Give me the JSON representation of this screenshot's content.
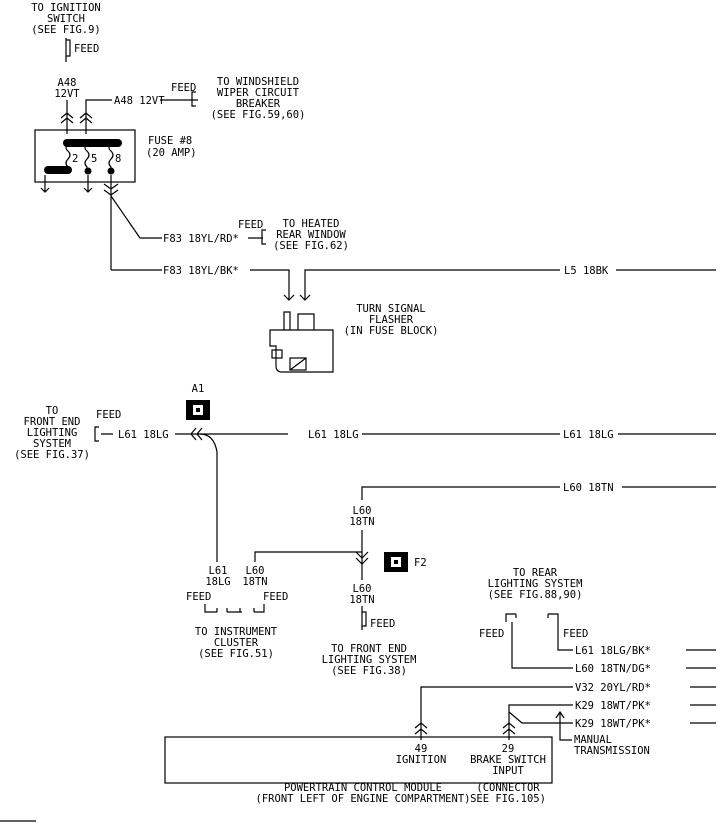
{
  "top": {
    "ign_to": "TO IGNITION",
    "ign_switch": "SWITCH",
    "ign_see": "(SEE FIG.9)",
    "feed": "FEED",
    "a48": "A48",
    "a48_12vt": "12VT",
    "a48_wiper": "A48 12VT",
    "wiper_feed": "FEED",
    "wiper_1": "TO WINDSHIELD",
    "wiper_2": "WIPER CIRCUIT",
    "wiper_3": "BREAKER",
    "wiper_4": "(SEE FIG.59,60)"
  },
  "fuse": {
    "name": "FUSE #8",
    "rating": "(20 AMP)",
    "pin2": "2",
    "pin5": "5",
    "pin8": "8"
  },
  "flasher": {
    "f83_rd": "F83 18YL/RD*",
    "heated_feed": "FEED",
    "heated_1": "TO HEATED",
    "heated_2": "REAR WINDOW",
    "heated_3": "(SEE FIG.62)",
    "f83_bk": "F83 18YL/BK*",
    "l5": "L5 18BK",
    "label_1": "TURN SIGNAL",
    "label_2": "FLASHER",
    "label_3": "(IN FUSE BLOCK)"
  },
  "left_turn": {
    "a1": "A1",
    "fe_1": "TO",
    "fe_2": "FRONT END",
    "fe_3": "LIGHTING",
    "fe_4": "SYSTEM",
    "fe_5": "(SEE FIG.37)",
    "fe_feed": "FEED",
    "l61_left": "L61 18LG",
    "l61_mid": "L61 18LG",
    "l61_right": "L61 18LG"
  },
  "right_turn": {
    "l60_right": "L60 18TN",
    "l60_top_1": "L60",
    "l60_top_2": "18TN",
    "f2": "F2",
    "l60_bot_1": "L60",
    "l60_bot_2": "18TN",
    "fe_feed": "FEED",
    "fe_1": "TO FRONT END",
    "fe_2": "LIGHTING SYSTEM",
    "fe_3": "(SEE FIG.38)"
  },
  "cluster": {
    "l61_1": "L61",
    "l61_2": "18LG",
    "l60_1": "L60",
    "l60_2": "18TN",
    "feed_left": "FEED",
    "feed_right": "FEED",
    "to_1": "TO INSTRUMENT",
    "to_2": "CLUSTER",
    "to_3": "(SEE FIG.51)"
  },
  "rear": {
    "to_1": "TO REAR",
    "to_2": "LIGHTING SYSTEM",
    "to_3": "(SEE FIG.88,90)",
    "feed_left": "FEED",
    "feed_right": "FEED",
    "l61": "L61 18LG/BK*",
    "l60": "L60 18TN/DG*",
    "v32": "V32 20YL/RD*",
    "k29_a": "K29 18WT/PK*",
    "k29_b": "K29 18WT/PK*",
    "manual_1": "MANUAL",
    "manual_2": "TRANSMISSION"
  },
  "pcm": {
    "pin49": "49",
    "ignition": "IGNITION",
    "pin29": "29",
    "brake_1": "BRAKE SWITCH",
    "brake_2": "INPUT",
    "conn_1": "(CONNECTOR",
    "conn_2": "SEE FIG.105)",
    "title": "POWERTRAIN CONTROL MODULE",
    "location": "(FRONT LEFT OF ENGINE COMPARTMENT)"
  }
}
